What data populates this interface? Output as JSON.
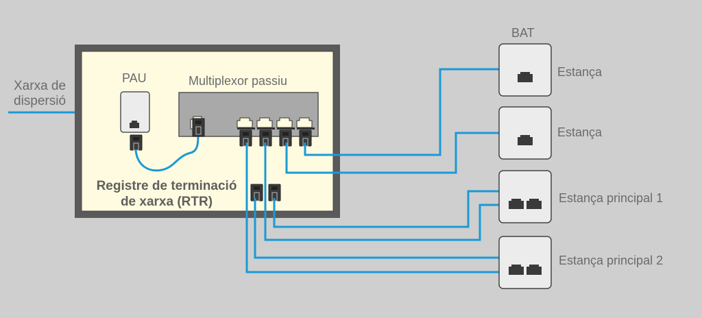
{
  "colors": {
    "background": "#cfcfcf",
    "enclosure_border": "#5a5a5a",
    "enclosure_fill": "#fffbe0",
    "multiplexor_fill": "#a9a9a9",
    "outlet_fill": "#ececec",
    "connector": "#3a3a3a",
    "wire": "#1a9ad6",
    "label": "#6b6b6b"
  },
  "labels": {
    "network_in": [
      "Xarxa de",
      "dispersió"
    ],
    "pau": "PAU",
    "multiplexor": "Multiplexor passiu",
    "rtr": [
      "Registre de terminació",
      "de xarxa (RTR)"
    ],
    "bat": "BAT",
    "rooms": [
      "Estança",
      "Estança",
      "Estança principal 1",
      "Estança principal 2"
    ]
  },
  "outlets": [
    {
      "room": "Estança",
      "ports": 1
    },
    {
      "room": "Estança",
      "ports": 1
    },
    {
      "room": "Estança principal 1",
      "ports": 2
    },
    {
      "room": "Estança principal 2",
      "ports": 2
    }
  ],
  "multiplexor": {
    "input_ports": 1,
    "output_ports": 4
  },
  "rtr_connectors": 2
}
